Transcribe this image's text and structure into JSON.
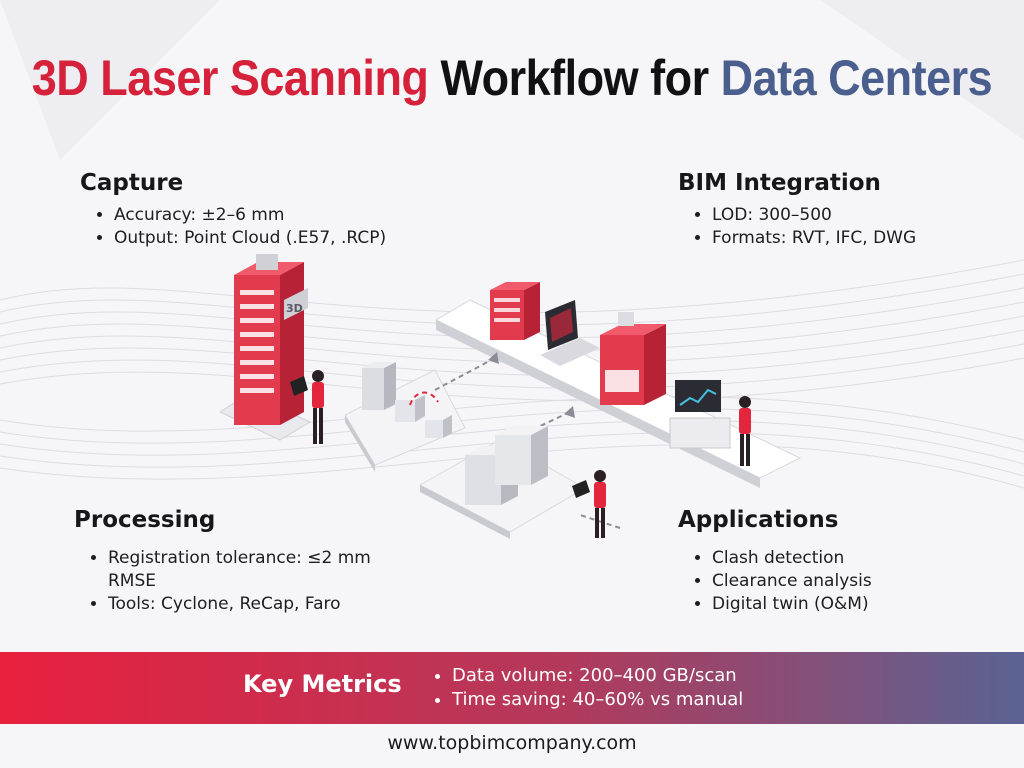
{
  "title": {
    "part1": "3D Laser Scanning",
    "part2": "Workflow for",
    "part3": "Data Centers",
    "colors": {
      "part1": "#d6213a",
      "part2": "#111114",
      "part3": "#4b5f8e"
    }
  },
  "sections": {
    "capture": {
      "heading": "Capture",
      "items": [
        "Accuracy: ±2–6 mm",
        "Output: Point Cloud (.E57, .RCP)"
      ]
    },
    "bim": {
      "heading": "BIM Integration",
      "items": [
        "LOD: 300–500",
        "Formats: RVT, IFC, DWG"
      ]
    },
    "processing": {
      "heading": "Processing",
      "items": [
        "Registration tolerance: ≤2 mm RMSE",
        "Tools: Cyclone, ReCap, Faro"
      ]
    },
    "applications": {
      "heading": "Applications",
      "items": [
        "Clash detection",
        "Clearance analysis",
        "Digital twin (O&M)"
      ]
    }
  },
  "illustration": {
    "scanner_badge": "3D",
    "icons": [
      "scanner-tower-icon",
      "server-rack-icon",
      "laptop-icon",
      "monitor-icon",
      "person-icon",
      "arrow-icon"
    ]
  },
  "metrics": {
    "heading": "Key Metrics",
    "items": [
      "Data volume: 200–400 GB/scan",
      "Time saving: 40–60% vs manual"
    ],
    "gradient": [
      "#e8203e",
      "#b3395b",
      "#5a6393"
    ]
  },
  "footer": {
    "url": "www.topbimcompany.com"
  },
  "colors": {
    "accent_red": "#d6213a",
    "accent_blue": "#4b5f8e"
  }
}
